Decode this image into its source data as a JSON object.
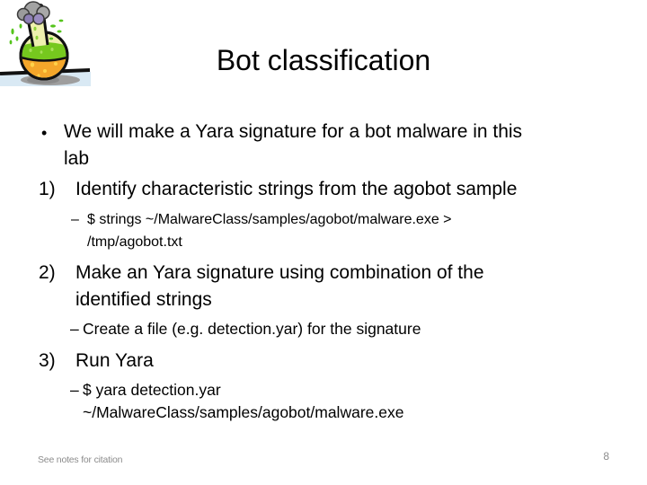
{
  "slide": {
    "title": "Bot classification",
    "clipart": {
      "name": "chemistry-flask-clipart",
      "colors": {
        "liquid_green": "#76c81e",
        "bowl_orange": "#f4a62a",
        "flask_yellow": "#eef0ae",
        "smoke_gray": "#a3a3a3",
        "smoke_purple": "#8d7fb5",
        "outline_black": "#111111",
        "shadow_gray": "#9e9e9e",
        "water_blue": "#d9e9f4"
      }
    },
    "body": {
      "items": [
        {
          "marker": "•",
          "level": 1,
          "lines": [
            "We will make a Yara signature for a bot malware in this",
            "lab"
          ]
        },
        {
          "marker": "1)",
          "level": 1,
          "lines": [
            "Identify characteristic strings from the agobot sample"
          ]
        },
        {
          "marker": "–",
          "level": 2,
          "lines": [
            "$ strings ~/MalwareClass/samples/agobot/malware.exe >",
            "/tmp/agobot.txt"
          ]
        },
        {
          "marker": "2)",
          "level": 1,
          "lines": [
            "Make an Yara signature using combination of the",
            "identified strings"
          ]
        },
        {
          "marker": "–",
          "level": 2,
          "lines": [
            "Create a file (e.g. detection.yar) for the signature"
          ]
        },
        {
          "marker": "3)",
          "level": 1,
          "lines": [
            "Run Yara"
          ]
        },
        {
          "marker": "–",
          "level": 2,
          "lines": [
            "$ yara detection.yar",
            "~/MalwareClass/samples/agobot/malware.exe"
          ]
        }
      ]
    },
    "footer": {
      "note": "See notes for citation",
      "page_number": "8",
      "text_color": "#8c8c8c"
    }
  }
}
